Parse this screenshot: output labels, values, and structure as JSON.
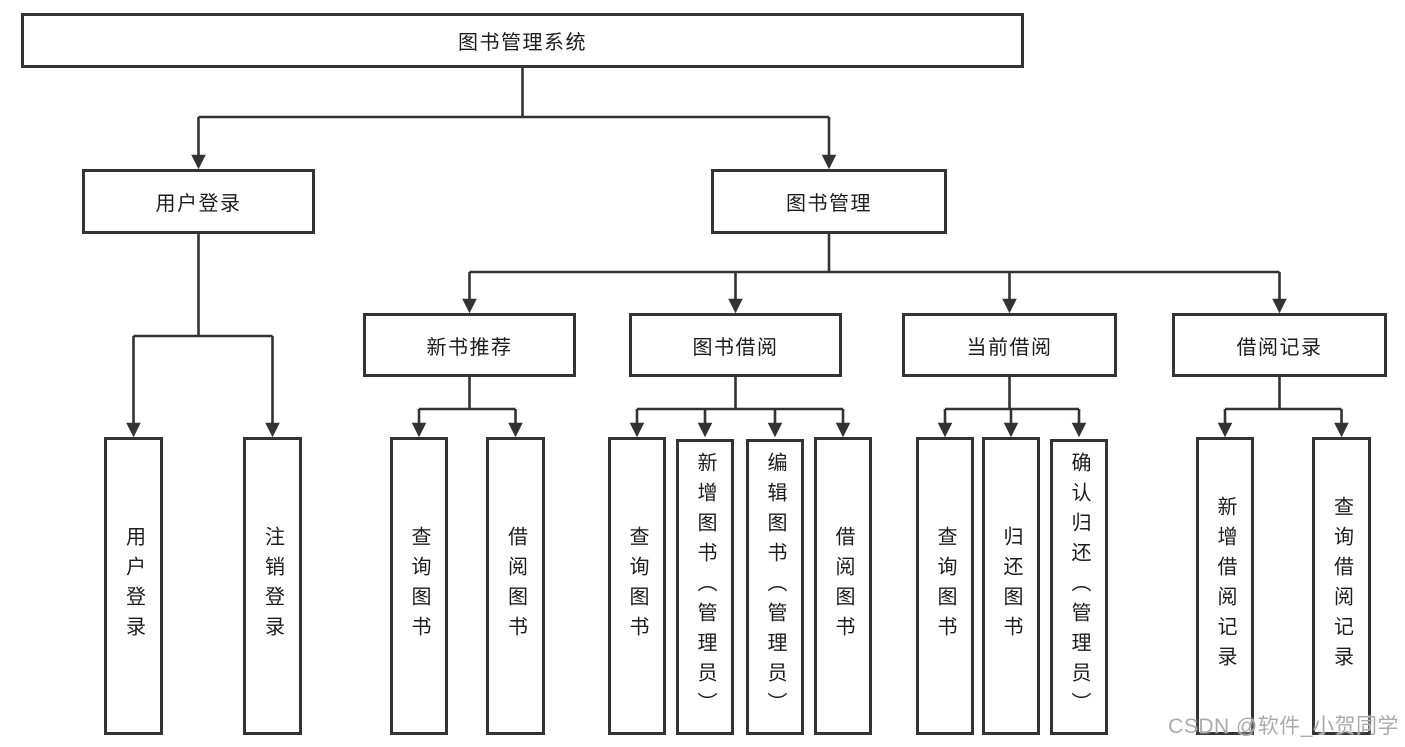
{
  "nodes": {
    "root": "图书管理系统",
    "user_login": "用户登录",
    "book_mgmt": "图书管理",
    "new_book_rec": "新书推荐",
    "book_borrow": "图书借阅",
    "current_borrow": "当前借阅",
    "borrow_record": "借阅记录",
    "leaf_user_login": "用户登录",
    "leaf_logout": "注销登录",
    "leaf_query_book_1": "查询图书",
    "leaf_borrow_book_1": "借阅图书",
    "leaf_query_book_2": "查询图书",
    "leaf_add_book": "新增图书（管理员）",
    "leaf_edit_book": "编辑图书（管理员）",
    "leaf_borrow_book_2": "借阅图书",
    "leaf_query_book_3": "查询图书",
    "leaf_return_book": "归还图书",
    "leaf_confirm_return": "确认归还（管理员）",
    "leaf_add_borrow_record": "新增借阅记录",
    "leaf_query_borrow_record": "查询借阅记录"
  },
  "edges": [
    {
      "from": "root",
      "to": "user_login"
    },
    {
      "from": "root",
      "to": "book_mgmt"
    },
    {
      "from": "user_login",
      "to": "leaf_user_login"
    },
    {
      "from": "user_login",
      "to": "leaf_logout"
    },
    {
      "from": "book_mgmt",
      "to": "new_book_rec"
    },
    {
      "from": "book_mgmt",
      "to": "book_borrow"
    },
    {
      "from": "book_mgmt",
      "to": "current_borrow"
    },
    {
      "from": "book_mgmt",
      "to": "borrow_record"
    },
    {
      "from": "new_book_rec",
      "to": "leaf_query_book_1"
    },
    {
      "from": "new_book_rec",
      "to": "leaf_borrow_book_1"
    },
    {
      "from": "book_borrow",
      "to": "leaf_query_book_2"
    },
    {
      "from": "book_borrow",
      "to": "leaf_add_book"
    },
    {
      "from": "book_borrow",
      "to": "leaf_edit_book"
    },
    {
      "from": "book_borrow",
      "to": "leaf_borrow_book_2"
    },
    {
      "from": "current_borrow",
      "to": "leaf_query_book_3"
    },
    {
      "from": "current_borrow",
      "to": "leaf_return_book"
    },
    {
      "from": "current_borrow",
      "to": "leaf_confirm_return"
    },
    {
      "from": "borrow_record",
      "to": "leaf_add_borrow_record"
    },
    {
      "from": "borrow_record",
      "to": "leaf_query_borrow_record"
    }
  ],
  "watermark": "CSDN @软件_小贺同学",
  "colors": {
    "line": "#333333",
    "text": "#1c1c1c",
    "watermark": "#ababab",
    "background": "#ffffff"
  }
}
